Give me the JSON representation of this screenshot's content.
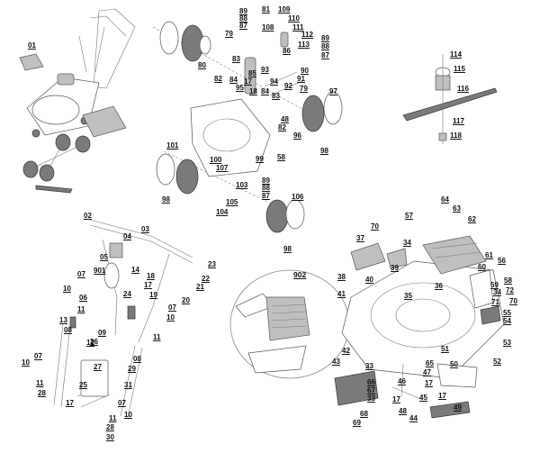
{
  "labels": [
    {
      "t": "01"
    },
    {
      "t": "89"
    },
    {
      "t": "88"
    },
    {
      "t": "87"
    },
    {
      "t": "81"
    },
    {
      "t": "109"
    },
    {
      "t": "108"
    },
    {
      "t": "110"
    },
    {
      "t": "111"
    },
    {
      "t": "112"
    },
    {
      "t": "113"
    },
    {
      "t": "89"
    },
    {
      "t": "88"
    },
    {
      "t": "87"
    },
    {
      "t": "79"
    },
    {
      "t": "80"
    },
    {
      "t": "83"
    },
    {
      "t": "86"
    },
    {
      "t": "90"
    },
    {
      "t": "91"
    },
    {
      "t": "93"
    },
    {
      "t": "82"
    },
    {
      "t": "84"
    },
    {
      "t": "85"
    },
    {
      "t": "17"
    },
    {
      "t": "94"
    },
    {
      "t": "95"
    },
    {
      "t": "18"
    },
    {
      "t": "84"
    },
    {
      "t": "83"
    },
    {
      "t": "92"
    },
    {
      "t": "79"
    },
    {
      "t": "97"
    },
    {
      "t": "48"
    },
    {
      "t": "82"
    },
    {
      "t": "96"
    },
    {
      "t": "98"
    },
    {
      "t": "114"
    },
    {
      "t": "115"
    },
    {
      "t": "116"
    },
    {
      "t": "117"
    },
    {
      "t": "118"
    },
    {
      "t": "101"
    },
    {
      "t": "100"
    },
    {
      "t": "107"
    },
    {
      "t": "99"
    },
    {
      "t": "58"
    },
    {
      "t": "103"
    },
    {
      "t": "89"
    },
    {
      "t": "88"
    },
    {
      "t": "87"
    },
    {
      "t": "106"
    },
    {
      "t": "105"
    },
    {
      "t": "104"
    },
    {
      "t": "98"
    },
    {
      "t": "98"
    },
    {
      "t": "02"
    },
    {
      "t": "03"
    },
    {
      "t": "04"
    },
    {
      "t": "05"
    },
    {
      "t": "901"
    },
    {
      "t": "14"
    },
    {
      "t": "18"
    },
    {
      "t": "17"
    },
    {
      "t": "23"
    },
    {
      "t": "22"
    },
    {
      "t": "21"
    },
    {
      "t": "07"
    },
    {
      "t": "10"
    },
    {
      "t": "06"
    },
    {
      "t": "11"
    },
    {
      "t": "24"
    },
    {
      "t": "19"
    },
    {
      "t": "20"
    },
    {
      "t": "07"
    },
    {
      "t": "10"
    },
    {
      "t": "13"
    },
    {
      "t": "08"
    },
    {
      "t": "09"
    },
    {
      "t": "12"
    },
    {
      "t": "26"
    },
    {
      "t": "11"
    },
    {
      "t": "10"
    },
    {
      "t": "07"
    },
    {
      "t": "11"
    },
    {
      "t": "28"
    },
    {
      "t": "27"
    },
    {
      "t": "29"
    },
    {
      "t": "08"
    },
    {
      "t": "31"
    },
    {
      "t": "25"
    },
    {
      "t": "17"
    },
    {
      "t": "07"
    },
    {
      "t": "10"
    },
    {
      "t": "11"
    },
    {
      "t": "28"
    },
    {
      "t": "30"
    },
    {
      "t": "902"
    },
    {
      "t": "64"
    },
    {
      "t": "63"
    },
    {
      "t": "62"
    },
    {
      "t": "57"
    },
    {
      "t": "70"
    },
    {
      "t": "37"
    },
    {
      "t": "34"
    },
    {
      "t": "61"
    },
    {
      "t": "56"
    },
    {
      "t": "60"
    },
    {
      "t": "58"
    },
    {
      "t": "38"
    },
    {
      "t": "39"
    },
    {
      "t": "59"
    },
    {
      "t": "72"
    },
    {
      "t": "40"
    },
    {
      "t": "36"
    },
    {
      "t": "34"
    },
    {
      "t": "70"
    },
    {
      "t": "41"
    },
    {
      "t": "35"
    },
    {
      "t": "71"
    },
    {
      "t": "55"
    },
    {
      "t": "54"
    },
    {
      "t": "51"
    },
    {
      "t": "53"
    },
    {
      "t": "42"
    },
    {
      "t": "52"
    },
    {
      "t": "43"
    },
    {
      "t": "33"
    },
    {
      "t": "65"
    },
    {
      "t": "47"
    },
    {
      "t": "50"
    },
    {
      "t": "46"
    },
    {
      "t": "17"
    },
    {
      "t": "66"
    },
    {
      "t": "67"
    },
    {
      "t": "33"
    },
    {
      "t": "17"
    },
    {
      "t": "45"
    },
    {
      "t": "17"
    },
    {
      "t": "48"
    },
    {
      "t": "44"
    },
    {
      "t": "49"
    },
    {
      "t": "68"
    },
    {
      "t": "69"
    }
  ]
}
